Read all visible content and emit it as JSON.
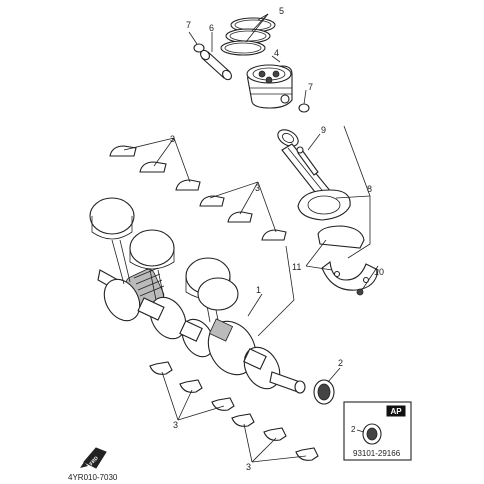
{
  "callouts": {
    "c1": "1",
    "c2": "2",
    "c3": "3",
    "c4": "4",
    "c5": "5",
    "c6": "6",
    "c7": "7",
    "c8": "8",
    "c9": "9",
    "c10": "10",
    "c11": "11"
  },
  "inset": {
    "badge": "AP",
    "callout": "2",
    "part_number": "93101-29166"
  },
  "footer": {
    "front_marker": "FRD",
    "diagram_code": "4YR010-7030"
  }
}
